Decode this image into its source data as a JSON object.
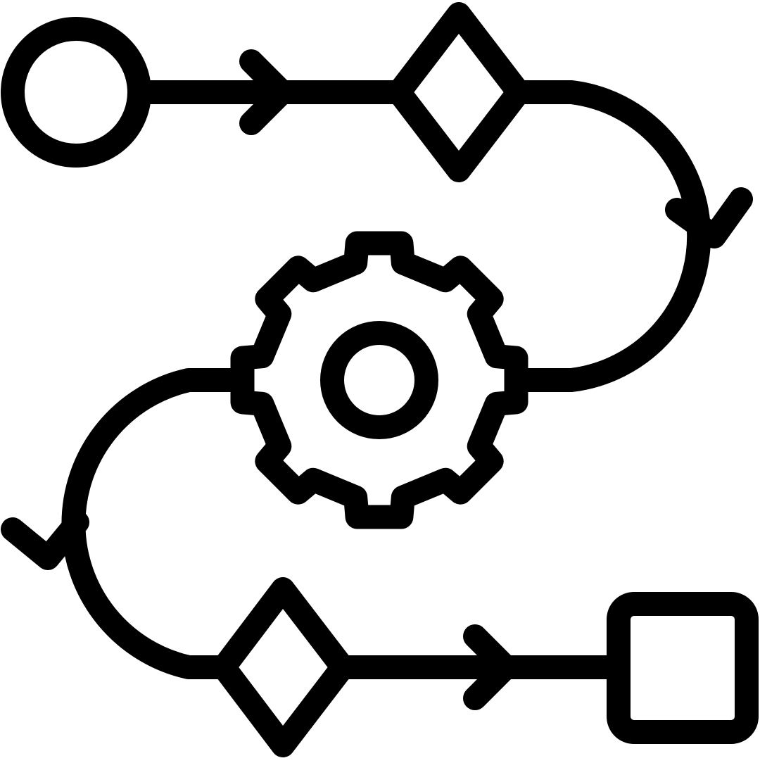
{
  "diagram": {
    "type": "process-flow-icon",
    "colors": {
      "stroke": "#000000",
      "background": "#ffffff"
    },
    "nodes": [
      {
        "id": "start",
        "shape": "circle",
        "icon": "start-node-icon"
      },
      {
        "id": "decision-1",
        "shape": "diamond",
        "icon": "decision-diamond-icon"
      },
      {
        "id": "process",
        "shape": "gear",
        "icon": "gear-icon"
      },
      {
        "id": "decision-2",
        "shape": "diamond",
        "icon": "decision-diamond-icon"
      },
      {
        "id": "end",
        "shape": "rounded-square",
        "icon": "end-node-icon"
      }
    ],
    "edges": [
      {
        "from": "start",
        "to": "decision-1",
        "arrow": "chevron-right-icon"
      },
      {
        "from": "decision-1",
        "to": "process",
        "arrow": "chevron-down-icon"
      },
      {
        "from": "process",
        "to": "decision-2",
        "arrow": "chevron-down-icon"
      },
      {
        "from": "decision-2",
        "to": "end",
        "arrow": "chevron-right-icon"
      }
    ]
  }
}
